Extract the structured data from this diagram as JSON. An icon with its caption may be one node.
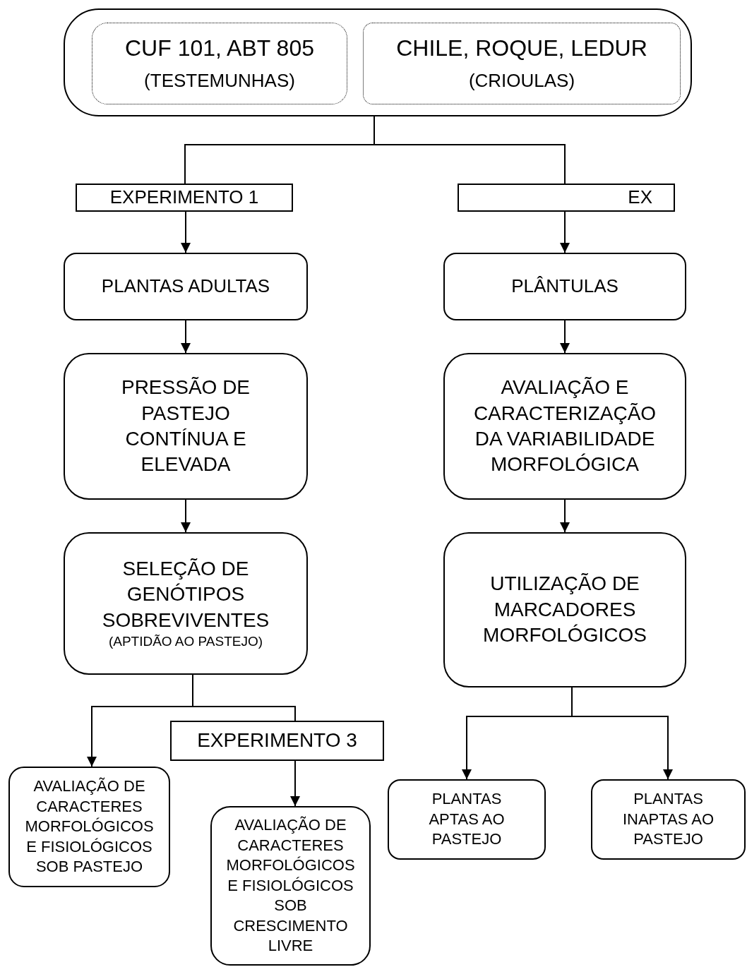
{
  "diagram": {
    "nodes": [
      {
        "text": [],
        "shape": "box"
      },
      {
        "text": [
          "CUF 101, ABT 805",
          "(TESTEMUNHAS)"
        ],
        "in": 0
      },
      {
        "text": [
          "CHILE, ROQUE, LEDUR",
          "(CRIOULAS)"
        ],
        "in": 0
      },
      {
        "text": [
          "EXPERIMENTO 1"
        ]
      },
      {
        "text": [
          "EX"
        ]
      },
      {
        "text": [
          "PLANTAS ADULTAS"
        ]
      },
      {
        "text": [
          "PLÂNTULAS"
        ]
      },
      {
        "text": [
          "PRESSÃO DE PASTEJO CONTÍNUA E ELEVADA"
        ]
      },
      {
        "text": [
          "AVALIAÇÃO E CARACTERIZAÇÃO DA VARIABILIDADE MORFOLÓGICA"
        ]
      },
      {
        "text": [
          "SELEÇÃO DE GENÓTIPOS SOBREVIVENTES",
          "(APTIDÃO AO PASTEJO)"
        ]
      },
      {
        "text": [
          "UTILIZAÇÃO DE MARCADORES MORFOLÓGICOS"
        ]
      },
      {
        "text": [
          "EXPERIMENTO 3"
        ]
      },
      {
        "text": [
          "AVALIAÇÃO DE CARACTERES MORFOLÓGICOS E FISIOLÓGICOS SOB PASTEJO"
        ]
      },
      {
        "text": [
          "AVALIAÇÃO DE CARACTERES MORFOLÓGICOS E FISIOLÓGICOS SOB CRESCIMENTO LIVRE"
        ]
      },
      {
        "text": [
          "PLANTAS APTAS AO PASTEJO"
        ]
      },
      {
        "text": [
          "PLANTAS INAPTAS AO PASTEJO"
        ]
      }
    ],
    "edges": [
      {
        "from": 0,
        "to": 3,
        "arrow": "none"
      },
      {
        "from": 0,
        "to": 4,
        "arrow": "none"
      },
      {
        "from": 3,
        "to": 5,
        "arrow": "to"
      },
      {
        "from": 4,
        "to": 6,
        "arrow": "to"
      },
      {
        "from": 5,
        "to": 7,
        "arrow": "to"
      },
      {
        "from": 6,
        "to": 8,
        "arrow": "to"
      },
      {
        "from": 7,
        "to": 9,
        "arrow": "to"
      },
      {
        "from": 8,
        "to": 10,
        "arrow": "to"
      },
      {
        "from": 9,
        "to": 12,
        "arrow": "to"
      },
      {
        "from": 9,
        "to": 11,
        "arrow": "none"
      },
      {
        "from": 11,
        "to": 13,
        "arrow": "to"
      },
      {
        "from": 10,
        "to": 14,
        "arrow": "to"
      },
      {
        "from": 10,
        "to": 15,
        "arrow": "to"
      }
    ]
  }
}
